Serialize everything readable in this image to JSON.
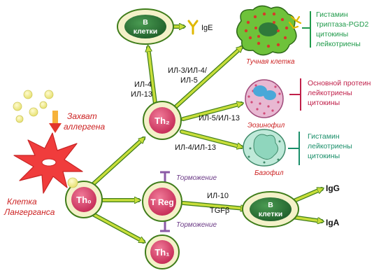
{
  "nodes": {
    "th0": "Th₀",
    "th1": "Th₁",
    "th2": "Th₂",
    "treg": "T Reg",
    "b_top": [
      "B",
      "клетки"
    ],
    "b_right": [
      "B",
      "клетки"
    ]
  },
  "labels": {
    "ige": "IgE",
    "igg": "IgG",
    "iga": "IgA",
    "il4_il13_vertical": [
      "ИЛ-4",
      "ИЛ-13"
    ],
    "il3_il4_il5": [
      "ИЛ-3/ИЛ-4/",
      "ИЛ-5"
    ],
    "il5_il13": "ИЛ-5/ИЛ-13",
    "il4_il13": "ИЛ-4/ИЛ-13",
    "il10": "ИЛ-10",
    "tgfb": "TGFβ",
    "inhibition_top": "Торможение",
    "inhibition_bottom": "Торможение",
    "allergen_capture": [
      "Захват",
      "аллергена"
    ],
    "langerhans_cell": [
      "Клетка",
      "Лангерганса"
    ],
    "mast_cell": "Тучная клетка",
    "eosinophil": "Эозинофил",
    "basophil": "Базофил"
  },
  "mediators": {
    "mast": [
      "Гистамин",
      "триптаза-PGD2",
      "цитокины",
      "лейкотриены"
    ],
    "eosinophil": [
      "Основной протеин",
      "лейкотриены",
      "цитокины"
    ],
    "basophil": [
      "Гистамин",
      "лейкотриены",
      "цитокины"
    ]
  },
  "colors": {
    "arrow_fill": "#c8de3a",
    "arrow_stroke": "#3f7d1a",
    "th_fill": "#d9446b",
    "b_fill": "#2f7a3a",
    "node_ring": "#f4f1c9",
    "mast_green": "#6ec23a",
    "mast_dots": "#d63a2a",
    "eos_pink": "#e8b8d2",
    "baso_mint": "#bfe9d9",
    "langerhans": "#f03c3c",
    "allergen": "#f2ee8c",
    "inhibition": "#8b5aa6"
  }
}
